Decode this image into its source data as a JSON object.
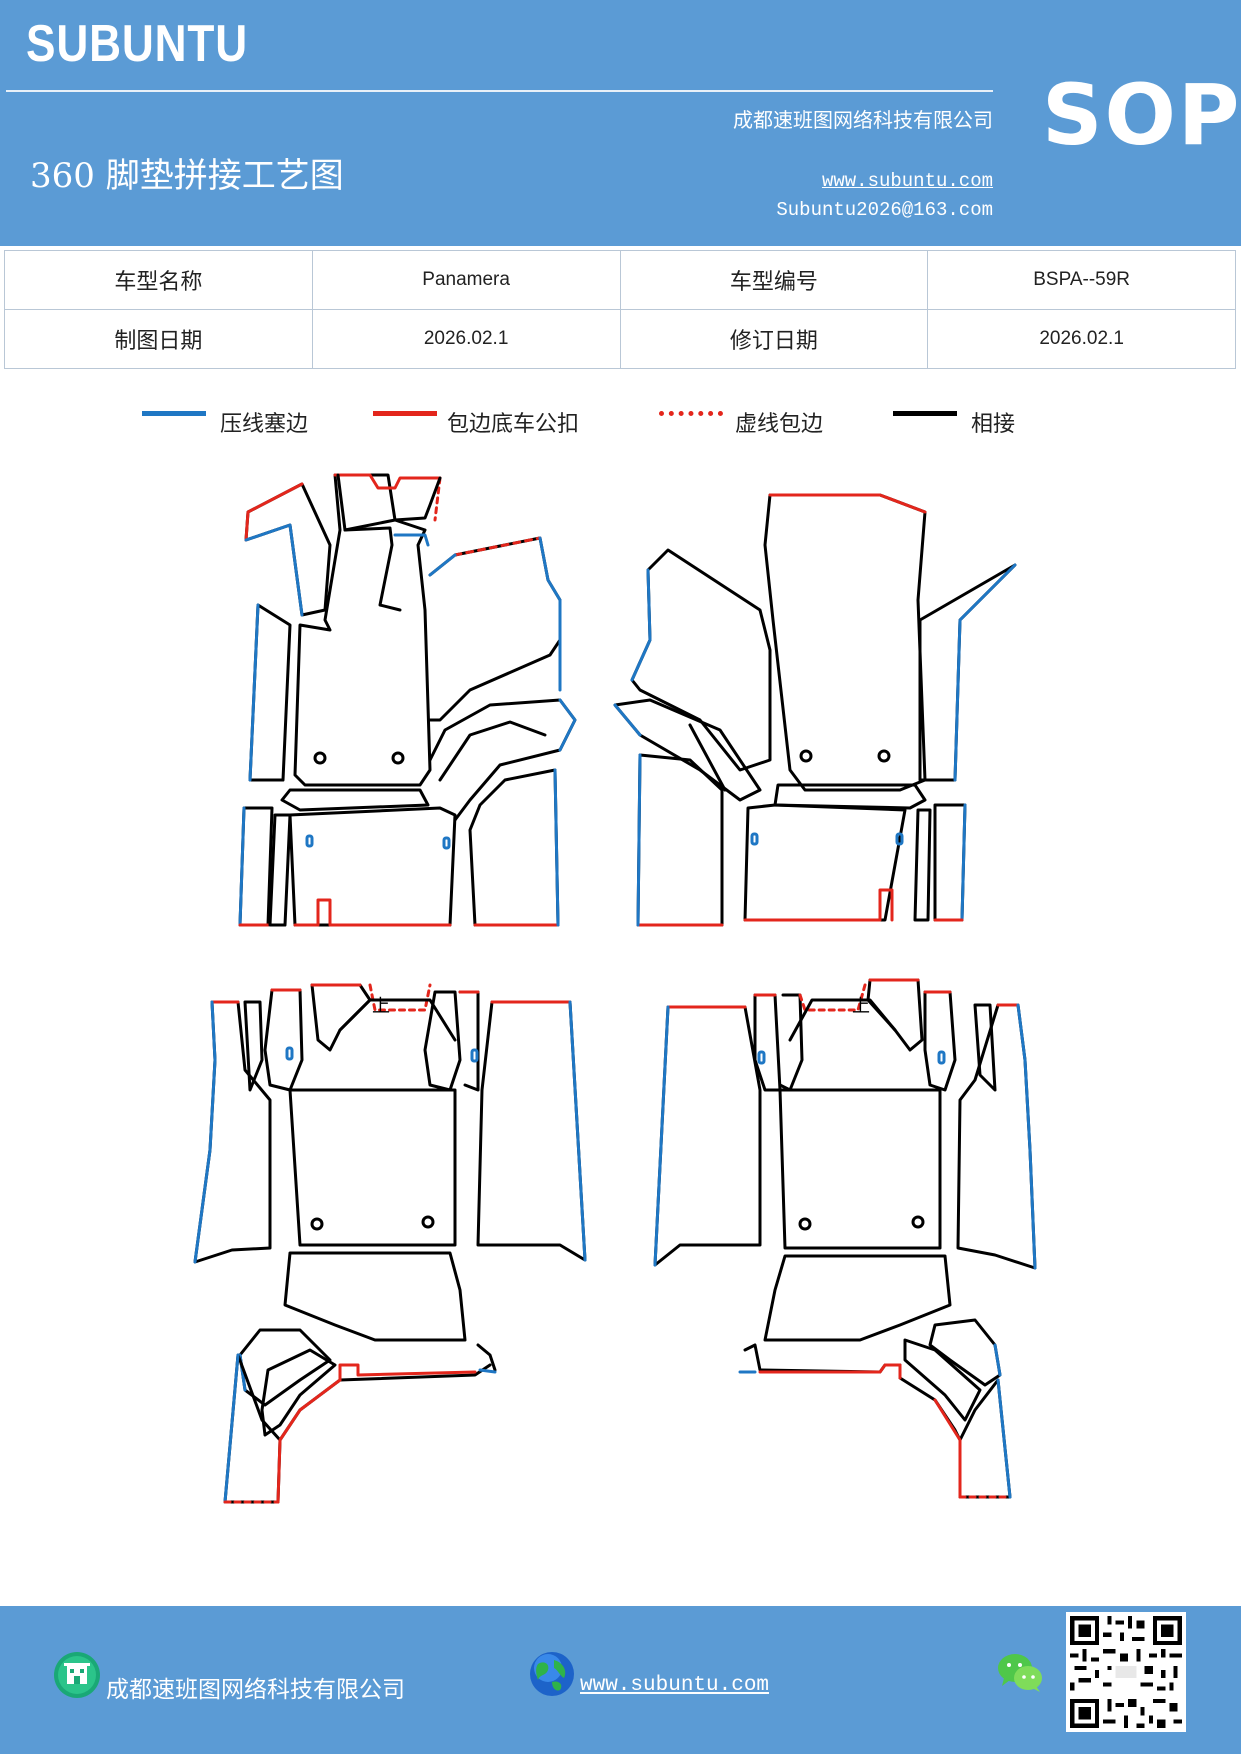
{
  "header": {
    "brand": "SUBUNTU",
    "company": "成都速班图网络科技有限公司",
    "title": "360 脚垫拼接工艺图",
    "website": "www.subuntu.com",
    "email": "Subuntu2026@163.com",
    "badge": "SOP"
  },
  "info_table": {
    "rows": [
      [
        "车型名称",
        "Panamera",
        "车型编号",
        "BSPA--59R"
      ],
      [
        "制图日期",
        "2026.02.1",
        "修订日期",
        "2026.02.1"
      ]
    ]
  },
  "legend": {
    "items": [
      {
        "label": "压线塞边",
        "color": "#1f77c4",
        "style": "solid"
      },
      {
        "label": "包边底车公扣",
        "color": "#e3261c",
        "style": "solid"
      },
      {
        "label": "虚线包边",
        "color": "#e3261c",
        "style": "dotted"
      },
      {
        "label": "相接",
        "color": "#000000",
        "style": "solid"
      }
    ]
  },
  "drawing": {
    "marks": [
      "上",
      "上"
    ]
  },
  "footer": {
    "company": "成都速班图网络科技有限公司",
    "website": "www.subuntu.com"
  },
  "colors": {
    "header_bg": "#5b9bd5",
    "blue_line": "#1f77c4",
    "red_line": "#e3261c",
    "black_line": "#000000"
  },
  "icons": [
    "building-icon",
    "globe-icon",
    "wechat-icon",
    "qr-code-icon"
  ]
}
